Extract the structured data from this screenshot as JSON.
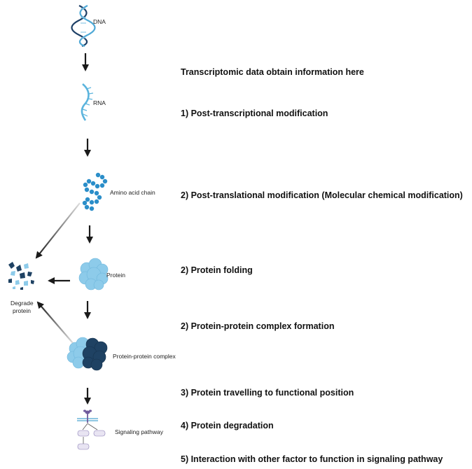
{
  "colors": {
    "dna_dark": "#1d3f66",
    "dna_light": "#4fa9d6",
    "rna": "#5bb4dd",
    "amino": "#2b8ec9",
    "protein_light": "#8dcbea",
    "protein_dark": "#1f4263",
    "arrow": "#1a1a1a",
    "membrane": "#8fc7e2",
    "receptor": "#6f5a9c"
  },
  "icons": {
    "dna": "dna-helix-icon",
    "rna": "rna-strand-icon",
    "amino_acid_chain": "amino-acid-chain-icon",
    "protein": "protein-icon",
    "complex": "protein-complex-icon",
    "degraded": "degraded-protein-icon",
    "signaling": "signaling-pathway-icon"
  },
  "labels": {
    "dna": "DNA",
    "rna": "RNA",
    "amino_acid_chain": "Amino acid chain",
    "protein": "Protein",
    "complex": "Protein-protein complex",
    "degrade_line1": "Degrade",
    "degrade_line2": "protein",
    "signaling": "Signaling pathway"
  },
  "steps": {
    "transcriptomic": "Transcriptomic data obtain information here",
    "post_transcriptional": "1) Post-transcriptional modification",
    "post_translational": "2) Post-translational modification (Molecular chemical modification)",
    "folding": "2) Protein folding",
    "complex_formation": "2) Protein-protein complex formation",
    "travelling": "3) Protein travelling to functional position",
    "degradation": "4) Protein degradation",
    "interaction": "5) Interaction with other factor to function in signaling pathway"
  }
}
